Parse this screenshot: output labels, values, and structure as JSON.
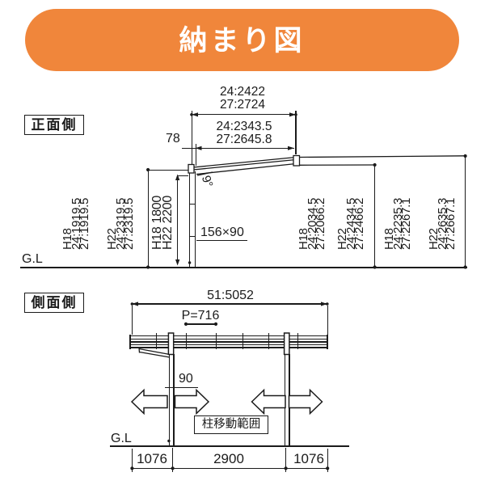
{
  "title": "納まり図",
  "colors": {
    "banner": "#F0863B",
    "line": "#1b1b1b"
  },
  "front_view": {
    "label": "正面側",
    "gl_label": "G.L",
    "dim_width_outer": "24:2422\n27:2724",
    "dim_width_inner": "24:2343.5\n27:2645.8",
    "dim_edge_offset": "78",
    "roof_angle": "9°",
    "post_section": "156×90",
    "height_left_h18": "H18\n24:1919.5\n27:1919.5",
    "height_left_h22": "H22\n24:2319.5\n27:2319.5",
    "height_post": "H18 1800\nH22 2200",
    "height_eave_h18": "H18\n24:2034.5\n27:2066.2",
    "height_eave_h22": "H22\n24:2434.5\n27:2466.2",
    "height_total_h18": "H18\n24:2235.3\n27:2267.1",
    "height_total_h22": "H22\n24:2635.3\n27:2667.1"
  },
  "side_view": {
    "label": "側面側",
    "gl_label": "G.L",
    "dim_total_length": "51:5052",
    "dim_panel_pitch": "P=716",
    "post_width": "90",
    "move_arrows": [
      "100",
      "100",
      "100",
      "100"
    ],
    "move_range_label": "柱移動範囲",
    "dim_bottom": [
      "1076",
      "2900",
      "1076"
    ]
  }
}
